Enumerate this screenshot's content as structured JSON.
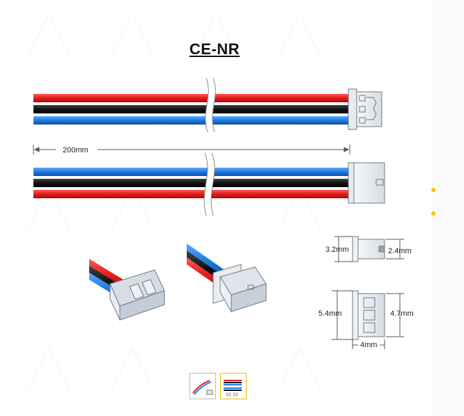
{
  "title": "CE-NR",
  "dimensions": {
    "length": "200mm",
    "height_outer": "3.2mm",
    "height_inner": "2.4mm",
    "width_outer": "5.4mm",
    "width_inner": "4.7mm",
    "depth": "4mm"
  },
  "wire_colors": {
    "red": "#e31b1b",
    "black": "#111111",
    "blue": "#1f7ae0"
  },
  "thumbnails": [
    {
      "name": "connector-photo",
      "selected": false
    },
    {
      "name": "diagram",
      "selected": true
    }
  ]
}
